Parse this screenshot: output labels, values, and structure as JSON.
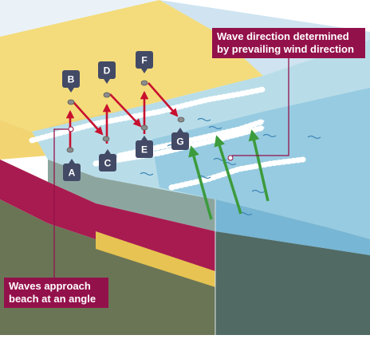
{
  "colors": {
    "sky": "#dde9f2",
    "sand": "#f4dc7c",
    "sand_side": "#e2bc48",
    "cliff_front": "#a81b51",
    "cliff_top": "#c7a24a",
    "earth_front": "#6a7555",
    "sea_shallow": "#b8dde9",
    "sea_deep": "#77b6d4",
    "seabed": "#62807a",
    "seabed_front": "#3e5352",
    "back_wall": "#9cc8e0",
    "label_box": "#434a66",
    "pebble": "#8c8c8c",
    "movement_arrow": "#c8102e",
    "wind_arrow": "#3c9b3c",
    "foam": "#ffffff",
    "callout": "#93114b"
  },
  "callouts": {
    "wave_direction": {
      "line1": "Wave direction determined",
      "line2": "by prevailing wind direction"
    },
    "approach": {
      "line1": "Waves approach",
      "line2": "beach at an angle"
    }
  },
  "points": [
    {
      "id": "A",
      "label": "A"
    },
    {
      "id": "B",
      "label": "B"
    },
    {
      "id": "C",
      "label": "C"
    },
    {
      "id": "D",
      "label": "D"
    },
    {
      "id": "E",
      "label": "E"
    },
    {
      "id": "F",
      "label": "F"
    },
    {
      "id": "G",
      "label": "G"
    }
  ],
  "icons": {
    "movement_arrow": "red-arrow-icon",
    "wind_arrow": "green-arrow-icon",
    "pebble": "pebble-icon",
    "ripple": "wave-ripple-icon"
  }
}
